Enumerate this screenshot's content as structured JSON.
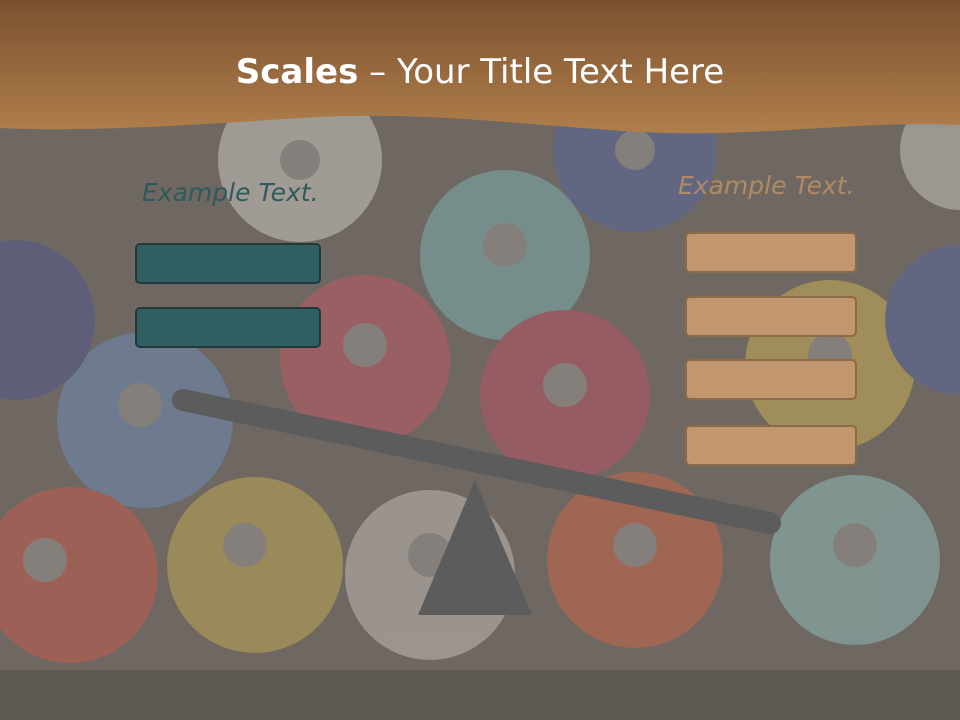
{
  "slide": {
    "title_bold": "Scales",
    "title_rest": " – Your Title Text Here",
    "left_label": "Example Text.",
    "right_label": "Example Text.",
    "left_box_count": 2,
    "right_box_count": 4,
    "colors": {
      "header_band": "#9a6d3f",
      "left_accent": "#2f5f62",
      "right_accent": "#c2976d",
      "scale": "#5c5c5c"
    },
    "icons": [
      "balance-beam-icon",
      "fulcrum-triangle-icon"
    ]
  }
}
